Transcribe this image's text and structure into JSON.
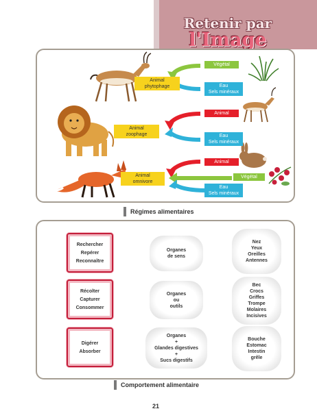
{
  "header": {
    "title_line1": "Retenir par",
    "title_line2": "l'Image"
  },
  "regimes": {
    "caption": "Régimes alimentaires",
    "animals": [
      {
        "label_line1": "Animal",
        "label_line2": "phytophage"
      },
      {
        "label_line1": "Animal",
        "label_line2": "zoophage"
      },
      {
        "label_line1": "Animal",
        "label_line2": "omnivore"
      }
    ],
    "tags": [
      {
        "text": "Végétal",
        "color": "#8cc63e"
      },
      {
        "text_line1": "Eau",
        "text_line2": "Sels minéraux",
        "color": "#2fb2d9"
      },
      {
        "text": "Animal",
        "color": "#e51f2a"
      },
      {
        "text_line1": "Eau",
        "text_line2": "Sels minéraux",
        "color": "#2fb2d9"
      },
      {
        "text": "Animal",
        "color": "#e51f2a"
      },
      {
        "text": "Végétal",
        "color": "#8cc63e"
      },
      {
        "text_line1": "Eau",
        "text_line2": "Sels minéraux",
        "color": "#2fb2d9"
      }
    ],
    "colors": {
      "label_yellow": "#f7d21d",
      "green": "#8cc63e",
      "blue": "#2fb2d9",
      "red": "#e51f2a"
    }
  },
  "comportement": {
    "caption": "Comportement alimentaire",
    "rows": [
      {
        "actions": [
          "Rechercher",
          "Repérer",
          "Reconnaître"
        ],
        "organs": [
          "Organes",
          "de sens"
        ],
        "results": [
          "Nez",
          "Yeux",
          "Oreilles",
          "Antennes"
        ]
      },
      {
        "actions": [
          "Récolter",
          "Capturer",
          "Consommer"
        ],
        "organs": [
          "Organes",
          "ou",
          "outils"
        ],
        "results": [
          "Bec",
          "Crocs",
          "Griffes",
          "Trompe",
          "Molaires",
          "Incisives"
        ]
      },
      {
        "actions": [
          "Digérer",
          "Absorber"
        ],
        "organs": [
          "Organes",
          "+",
          "Glandes digestives",
          "+",
          "Sucs digestifs"
        ],
        "results": [
          "Bouche",
          "Estomac",
          "Intestin",
          "grêle"
        ]
      }
    ],
    "colors": {
      "arrow": "#c41e3a"
    }
  },
  "page_number": "21"
}
